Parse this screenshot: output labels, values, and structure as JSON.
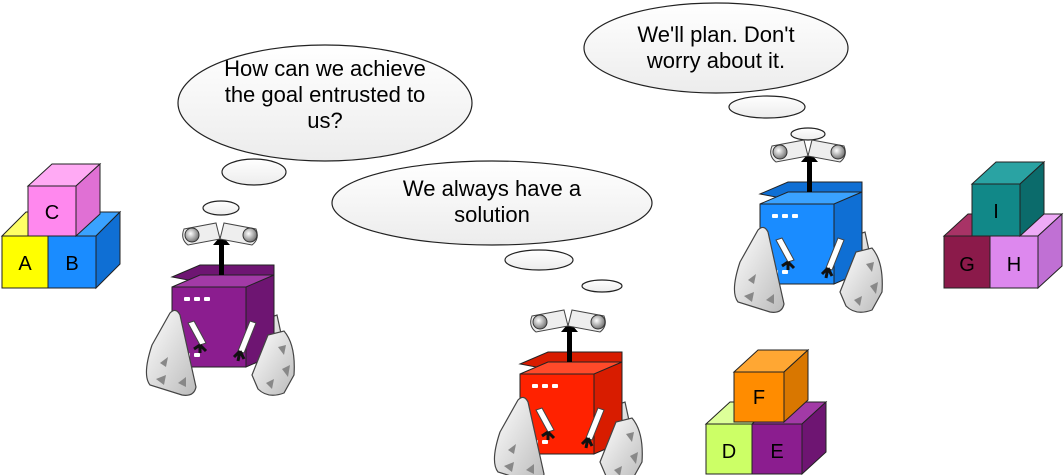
{
  "thoughts": {
    "robot1": "How can we achieve the goal entrusted to us?",
    "robot2": "We always have a solution",
    "robot3": "We'll plan. Don't worry about it."
  },
  "blocks": {
    "a": "A",
    "b": "B",
    "c": "C",
    "d": "D",
    "e": "E",
    "f": "F",
    "g": "G",
    "h": "H",
    "i": "I"
  },
  "colors": {
    "robot_purple": "#8b1d8f",
    "robot_red": "#ff2200",
    "robot_blue": "#1a8cff",
    "block_yellow": "#ffff00",
    "block_blue": "#1a8cff",
    "block_pink": "#ff88ee",
    "block_lime": "#ccff66",
    "block_purple": "#8b1d8f",
    "block_orange": "#ff8c00",
    "block_maroon": "#8b1a4a",
    "block_lavender": "#dd88ee",
    "block_teal": "#118888"
  }
}
